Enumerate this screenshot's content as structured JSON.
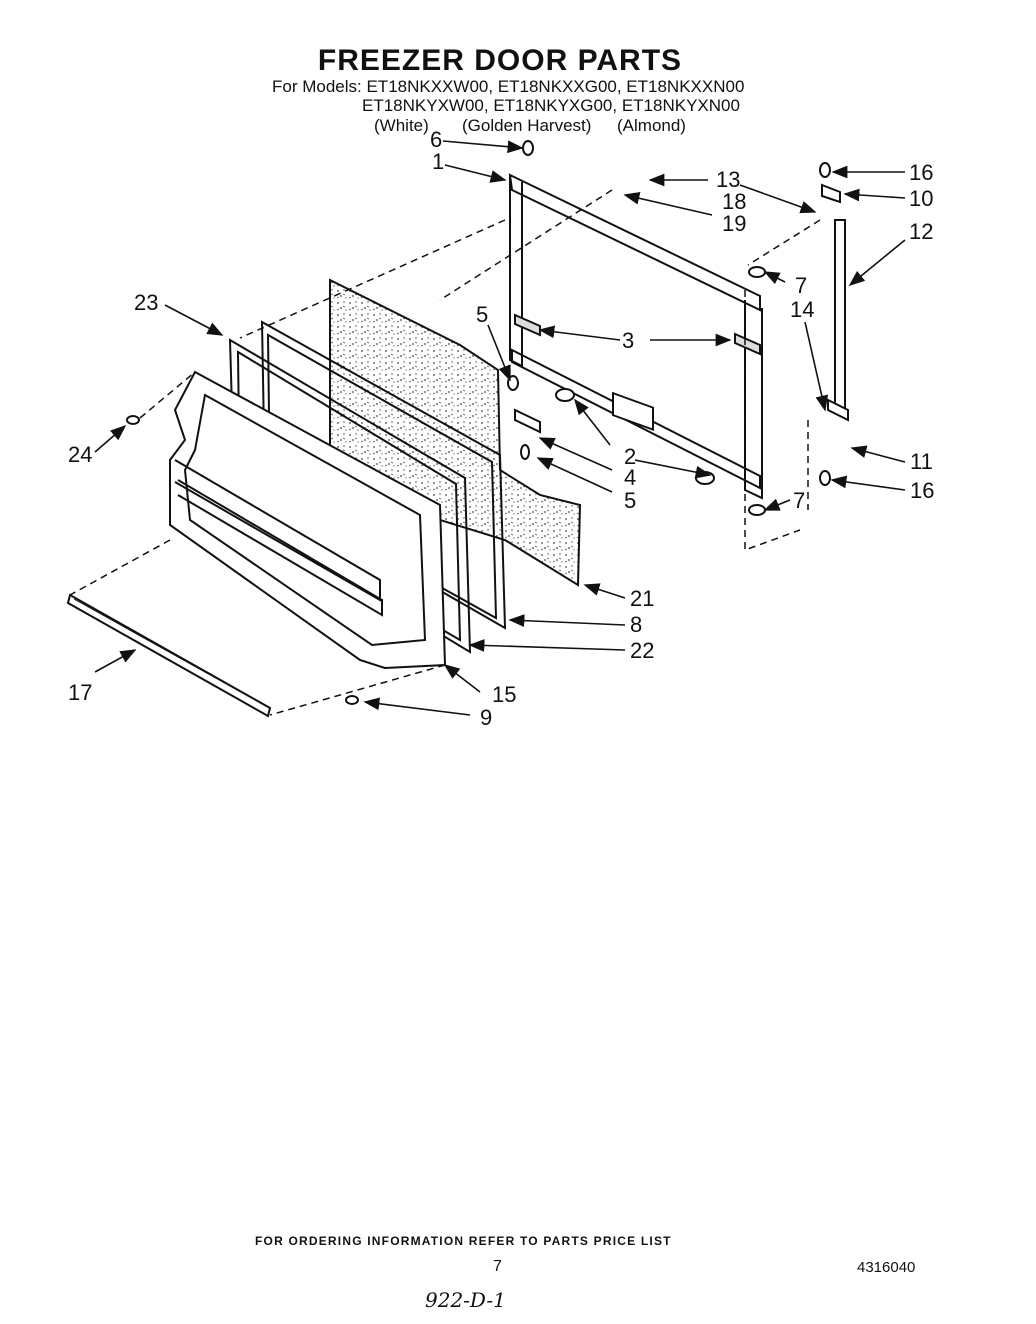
{
  "header": {
    "title": "FREEZER DOOR PARTS",
    "models_line1": "For Models: ET18NKXXW00, ET18NKXXG00, ET18NKXXN00",
    "models_line2": "ET18NKYXW00, ET18NKYXG00, ET18NKYXN00",
    "color_white": "(White)",
    "color_golden": "(Golden Harvest)",
    "color_almond": "(Almond)"
  },
  "callouts": {
    "c1": "1",
    "c2": "2",
    "c3": "3",
    "c4": "4",
    "c5a": "5",
    "c5b": "5",
    "c6": "6",
    "c7a": "7",
    "c7b": "7",
    "c8": "8",
    "c9": "9",
    "c10": "10",
    "c11": "11",
    "c12": "12",
    "c13": "13",
    "c14": "14",
    "c15": "15",
    "c16a": "16",
    "c16b": "16",
    "c17": "17",
    "c18": "18",
    "c19": "19",
    "c21": "21",
    "c22": "22",
    "c23": "23",
    "c24": "24"
  },
  "footer": {
    "ordering": "FOR ORDERING INFORMATION REFER TO PARTS PRICE LIST",
    "page_number": "7",
    "document_number": "4316040",
    "handwritten": "922-D-1"
  }
}
